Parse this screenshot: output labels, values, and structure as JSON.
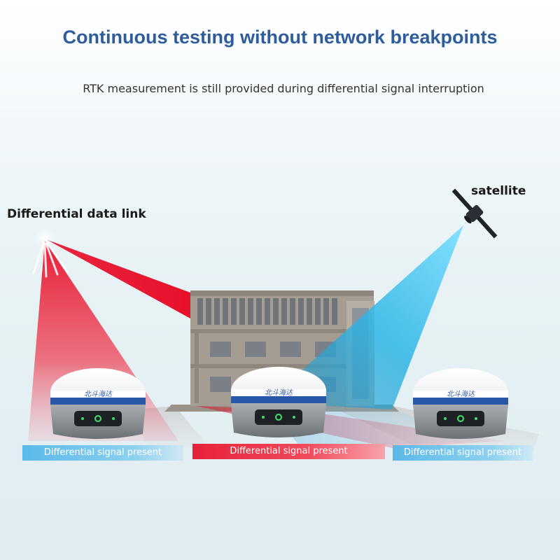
{
  "header": {
    "title": "Continuous testing without network breakpoints",
    "subtitle": "RTK measurement is still provided during differential signal interruption"
  },
  "labels": {
    "data_link": "Differential data link",
    "satellite": "satellite"
  },
  "receivers": {
    "brand": "北斗海达"
  },
  "status_bars": [
    {
      "text": "Differential signal present"
    },
    {
      "text": "Differential signal present"
    },
    {
      "text": "Differential signal present"
    }
  ],
  "colors": {
    "title": "#2e5c9c",
    "red_beam": "#e8102a",
    "blue_beam": "#2bb5e6",
    "receiver_ring": "#2a58a8",
    "led": "#3ee06a"
  }
}
